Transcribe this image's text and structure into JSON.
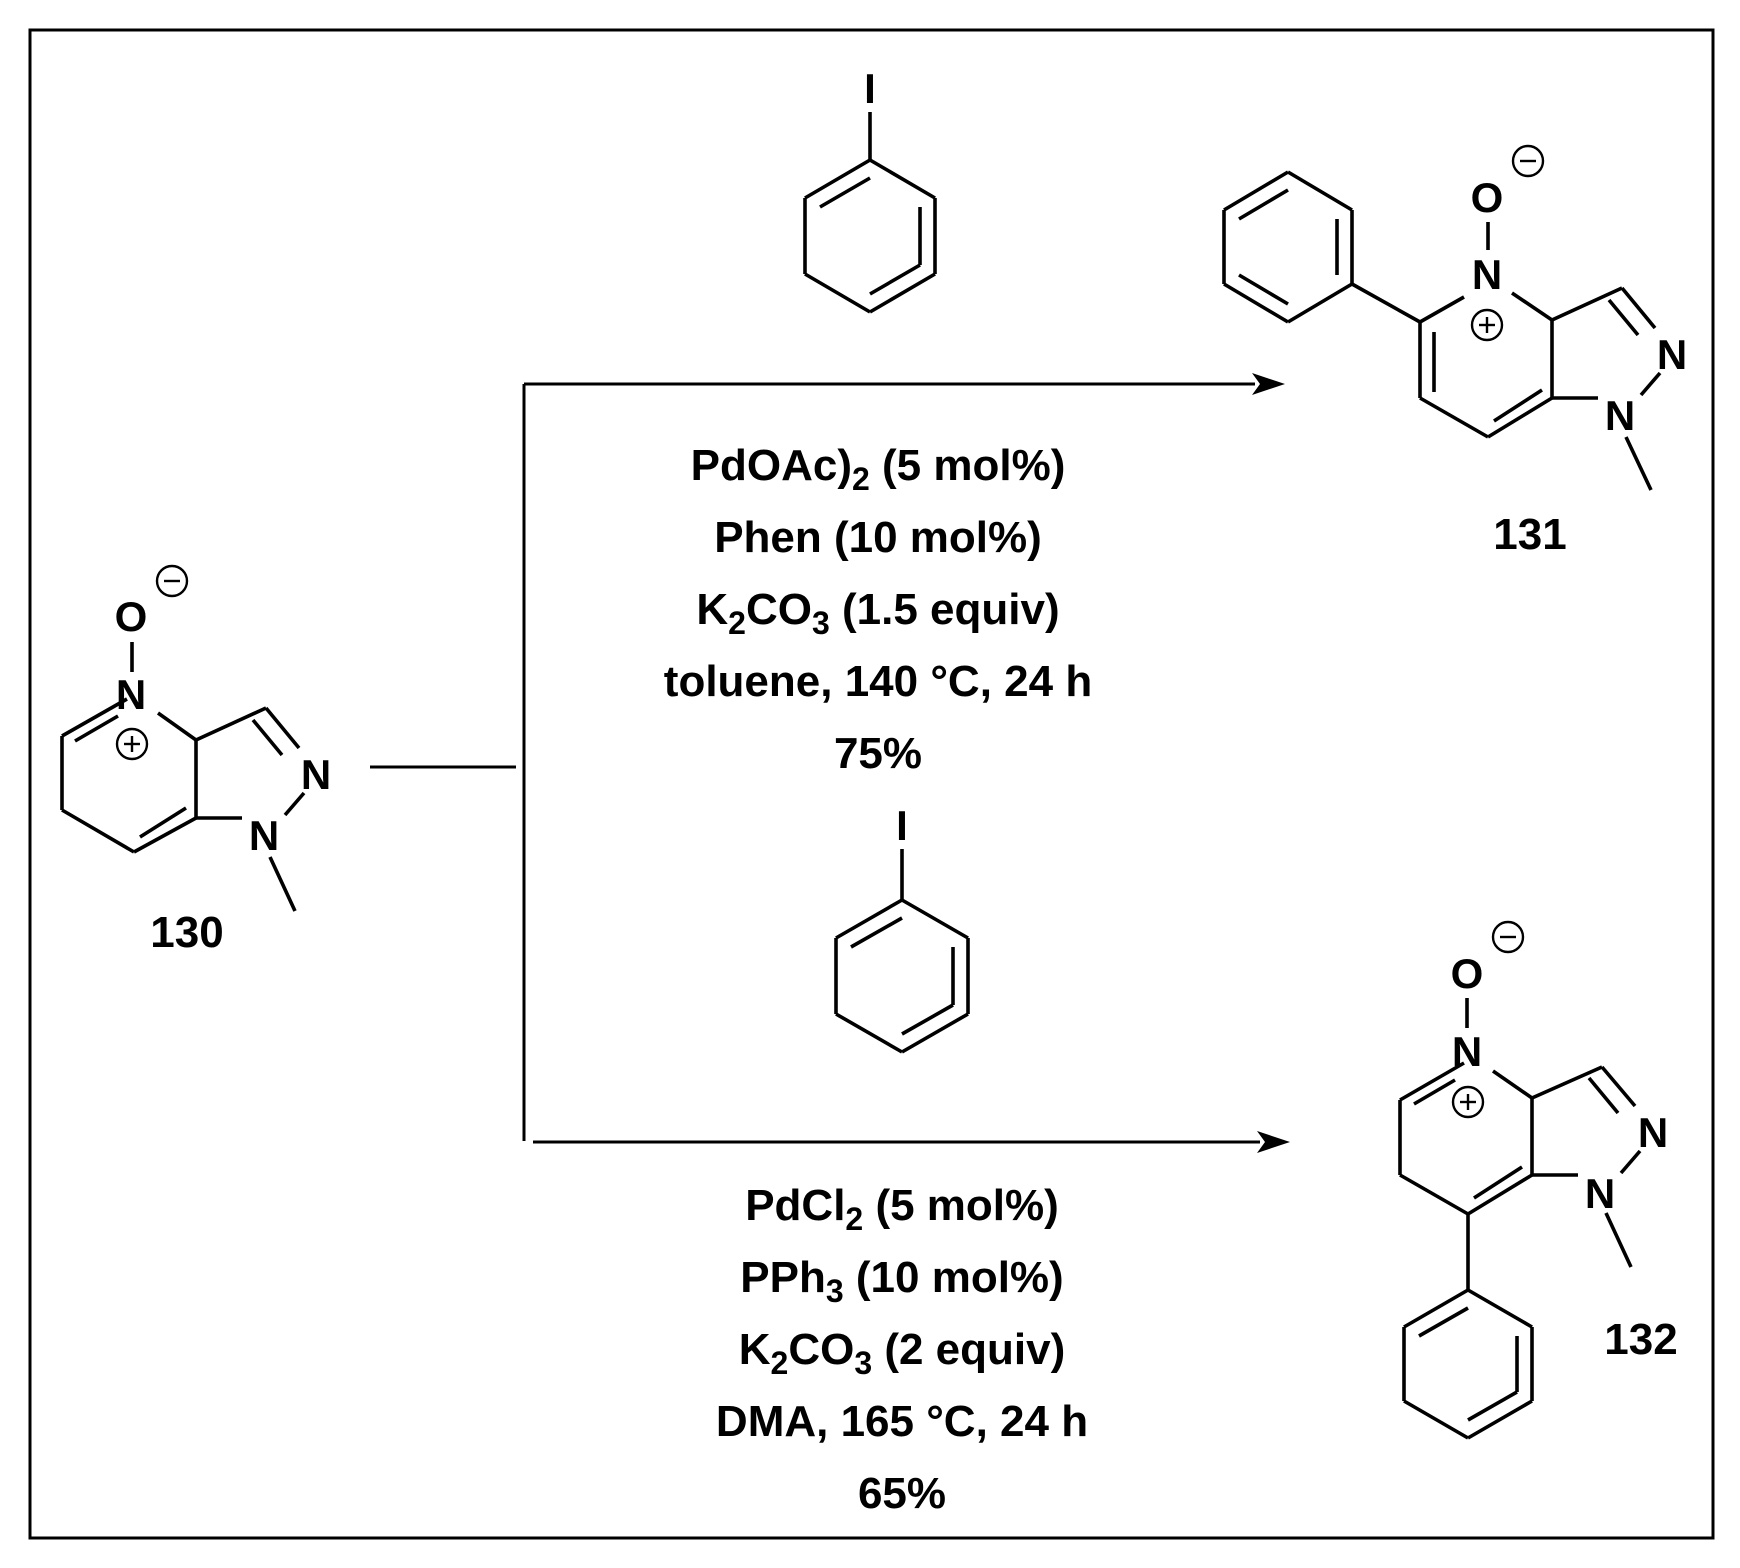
{
  "compounds": {
    "start": {
      "label": "130"
    },
    "product_top": {
      "label": "131"
    },
    "product_bottom": {
      "label": "132"
    }
  },
  "atoms": {
    "n": "N",
    "o": "O",
    "i": "I"
  },
  "conditions": {
    "top": {
      "catalyst_main": "PdOAc)",
      "catalyst_sub": "2",
      "catalyst_rest": " (5 mol%)",
      "ligand": "Phen (10 mol%)",
      "base_k": "K",
      "base_sub1": "2",
      "base_co": "CO",
      "base_sub2": "3",
      "base_rest": " (1.5 equiv)",
      "solvent": "toluene, 140 °C, 24 h",
      "yield": "75%"
    },
    "bottom": {
      "catalyst_main": "PdCl",
      "catalyst_sub": "2",
      "catalyst_rest": " (5 mol%)",
      "ligand_main": "PPh",
      "ligand_sub": "3",
      "ligand_rest": " (10 mol%)",
      "base_k": "K",
      "base_sub1": "2",
      "base_co": "CO",
      "base_sub2": "3",
      "base_rest": " (2 equiv)",
      "solvent": "DMA, 165 °C, 24 h",
      "yield": "65%"
    }
  }
}
